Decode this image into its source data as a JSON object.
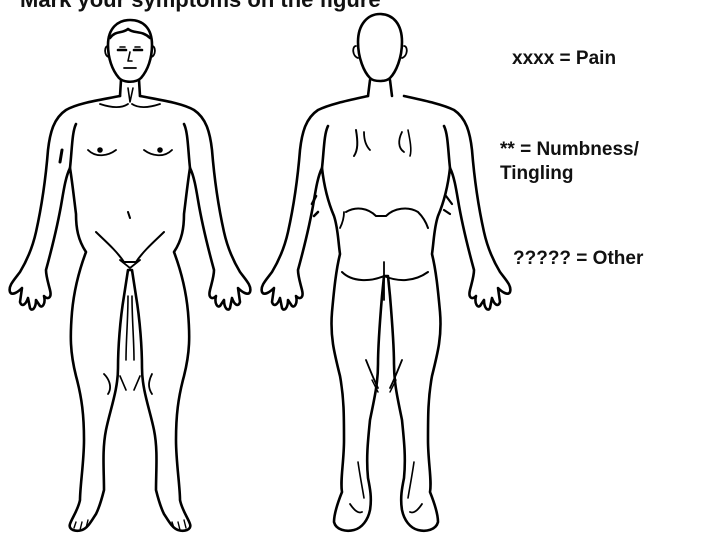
{
  "header": {
    "title": "Mark your symptoms on the figure"
  },
  "legend": {
    "pain": "xxxx = Pain",
    "numbness_line1": "** = Numbness/",
    "numbness_line2": "Tingling",
    "other": "????? = Other"
  },
  "figures": {
    "front": "front-view",
    "back": "back-view"
  }
}
